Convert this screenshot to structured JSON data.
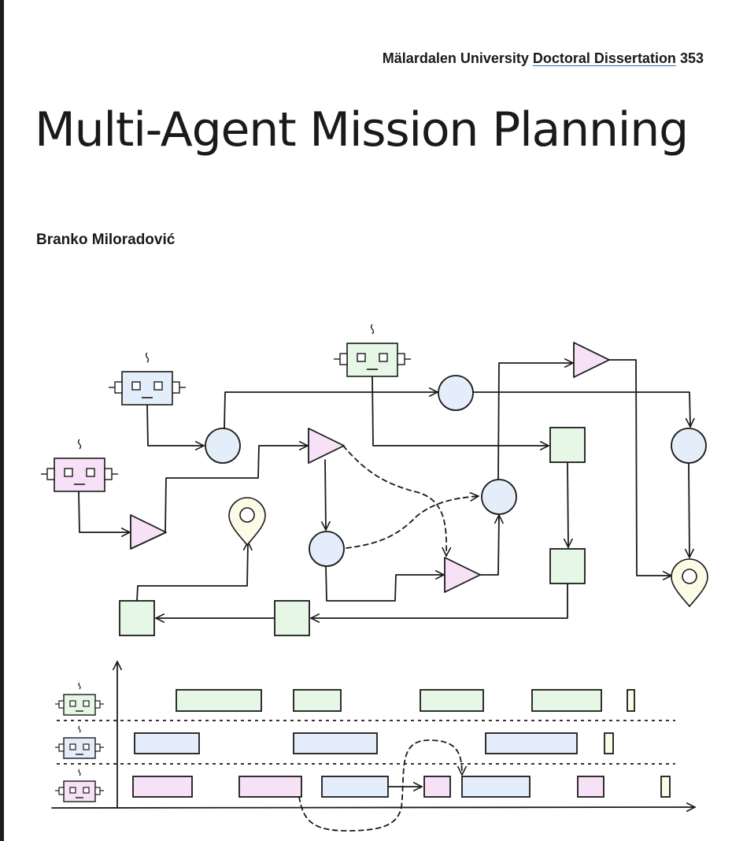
{
  "header": {
    "series_prefix": "Mälardalen University",
    "series_name": "Doctoral Dissertation",
    "series_number": "353"
  },
  "title": "Multi-Agent Mission Planning",
  "author": "Branko Miloradović",
  "colors": {
    "robot_green": "#e6f7e6",
    "robot_blue": "#e3eefa",
    "robot_pink": "#f6e1f6",
    "goal_yellow": "#fbfbe6",
    "stroke": "#1a1a1a"
  },
  "icons": [
    "robot-icon",
    "location-pin-icon"
  ]
}
